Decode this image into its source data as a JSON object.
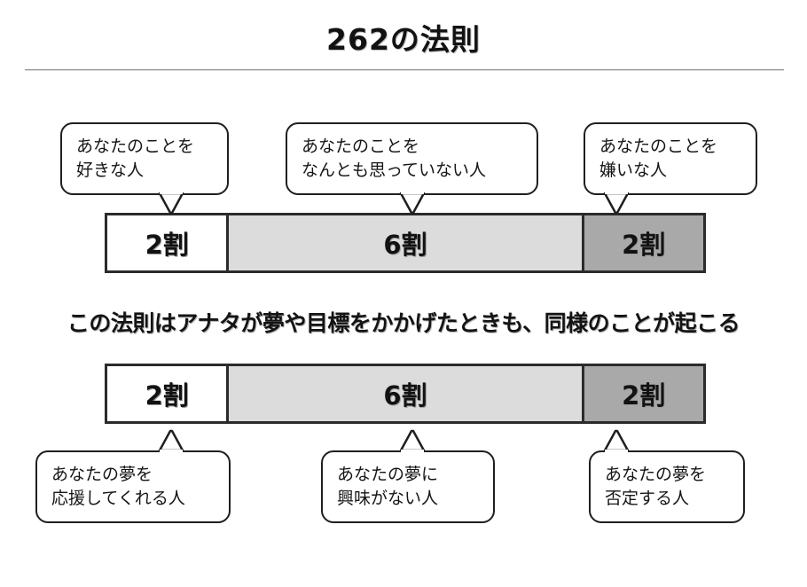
{
  "header": {
    "title": "262の法則"
  },
  "top_section": {
    "bubbles": [
      {
        "id": "liked",
        "text": "あなたのことを\n好きな人"
      },
      {
        "id": "neutral",
        "text": "あなたのことを\nなんとも思っていない人"
      },
      {
        "id": "disliked",
        "text": "あなたのことを\n嫌いな人"
      }
    ],
    "bar": {
      "segments": [
        {
          "label": "2割",
          "share": 20,
          "color": "#ffffff"
        },
        {
          "label": "6割",
          "share": 60,
          "color": "#dcdcdc"
        },
        {
          "label": "2割",
          "share": 20,
          "color": "#a9a9a9"
        }
      ]
    }
  },
  "middle_statement": {
    "text": "この法則はアナタが夢や目標をかかげたときも、同様のことが起こる"
  },
  "bottom_section": {
    "bar": {
      "segments": [
        {
          "label": "2割",
          "share": 20,
          "color": "#ffffff"
        },
        {
          "label": "6割",
          "share": 60,
          "color": "#dcdcdc"
        },
        {
          "label": "2割",
          "share": 20,
          "color": "#a9a9a9"
        }
      ]
    },
    "bubbles": [
      {
        "id": "supporters",
        "text": "あなたの夢を\n応援してくれる人"
      },
      {
        "id": "indifferent",
        "text": "あなたの夢に\n興味がない人"
      },
      {
        "id": "deniers",
        "text": "あなたの夢を\n否定する人"
      }
    ]
  },
  "colors": {
    "outline": "#2b2b2b",
    "segment_light": "#dcdcdc",
    "segment_dark": "#a9a9a9",
    "rule": "#9a9a9a"
  }
}
